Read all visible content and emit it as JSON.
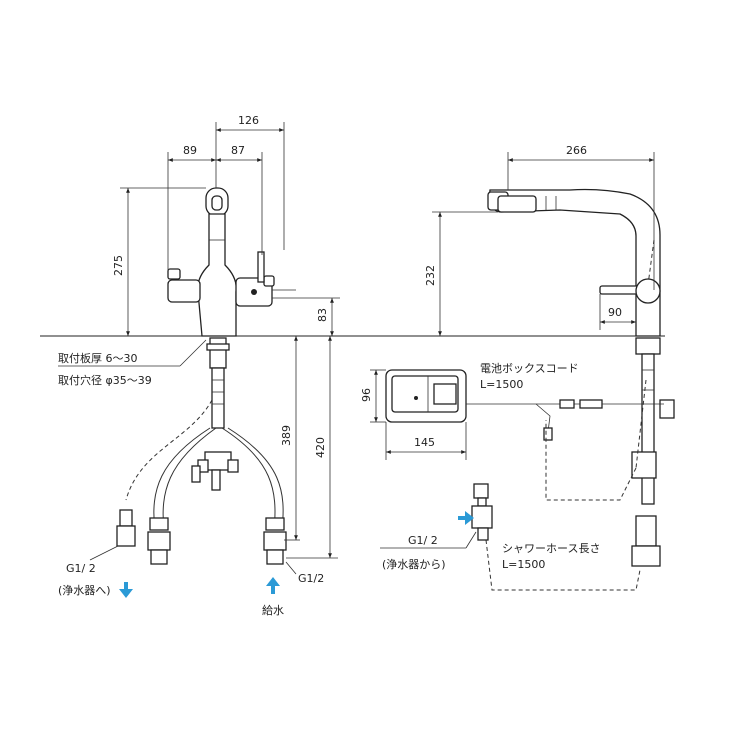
{
  "dimensions": {
    "d126": "126",
    "d89": "89",
    "d87": "87",
    "d275": "275",
    "d83": "83",
    "d389": "389",
    "d420": "420",
    "d266": "266",
    "d232": "232",
    "d90": "90",
    "d96": "96",
    "d145": "145"
  },
  "labels": {
    "mount_thickness": "取付板厚 6～30",
    "mount_hole": "取付穴径 φ35～39",
    "battery_cord_line1": "電池ボックスコード",
    "battery_cord_line2": "L=1500",
    "shower_hose_line1": "シャワーホース長さ",
    "shower_hose_line2": "L=1500",
    "g12_left": "G1/ 2",
    "to_purifier": "(浄水器へ)",
    "g12_right": "G1/2",
    "water_supply": "給水",
    "g12_center": "G1/ 2",
    "from_purifier": "(浄水器から)"
  },
  "colors": {
    "arrow_blue": "#2b9ad6",
    "line": "#222222"
  }
}
